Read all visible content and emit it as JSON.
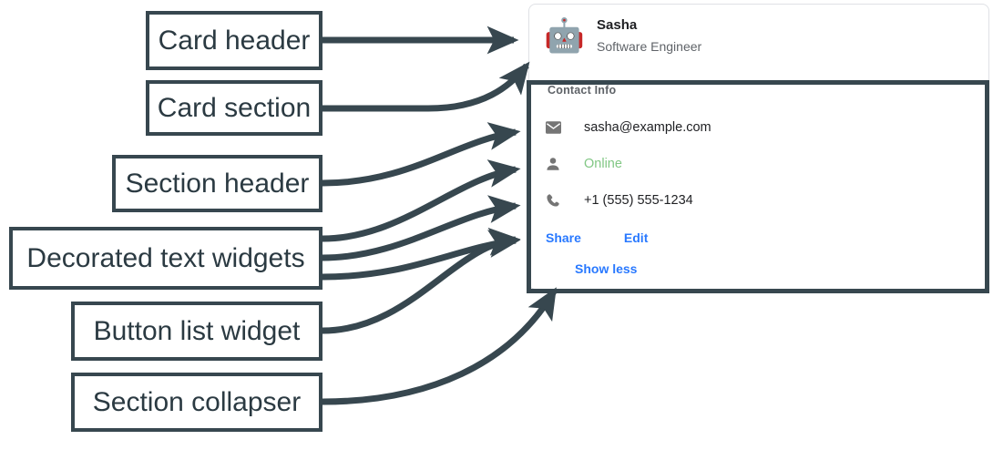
{
  "annotations": {
    "card_header": "Card header",
    "card_section": "Card section",
    "section_header": "Section header",
    "decorated_text_widgets": "Decorated text widgets",
    "button_list_widget": "Button list widget",
    "section_collapser": "Section collapser"
  },
  "card": {
    "header": {
      "avatar_glyph": "🤖",
      "avatar_icon": "robot-avatar-icon",
      "title": "Sasha",
      "subtitle": "Software Engineer"
    },
    "section": {
      "header": "Contact Info",
      "rows": [
        {
          "icon": "envelope-icon",
          "text": "sasha@example.com",
          "status": false
        },
        {
          "icon": "person-icon",
          "text": "Online",
          "status": true
        },
        {
          "icon": "phone-icon",
          "text": "+1 (555) 555-1234",
          "status": false
        }
      ],
      "buttons": [
        {
          "label": "Share"
        },
        {
          "label": "Edit"
        }
      ],
      "collapser": {
        "label": "Show less"
      }
    }
  },
  "colors": {
    "annotation": "#37474f",
    "annotation_text": "#2b3a42",
    "link_blue": "#2979ff",
    "status_green": "#81c784",
    "icon_gray": "#757575",
    "title_text": "#202124",
    "subtitle_text": "#5f6368",
    "card_border": "#dfe1e5",
    "page_background": "#ffffff"
  }
}
